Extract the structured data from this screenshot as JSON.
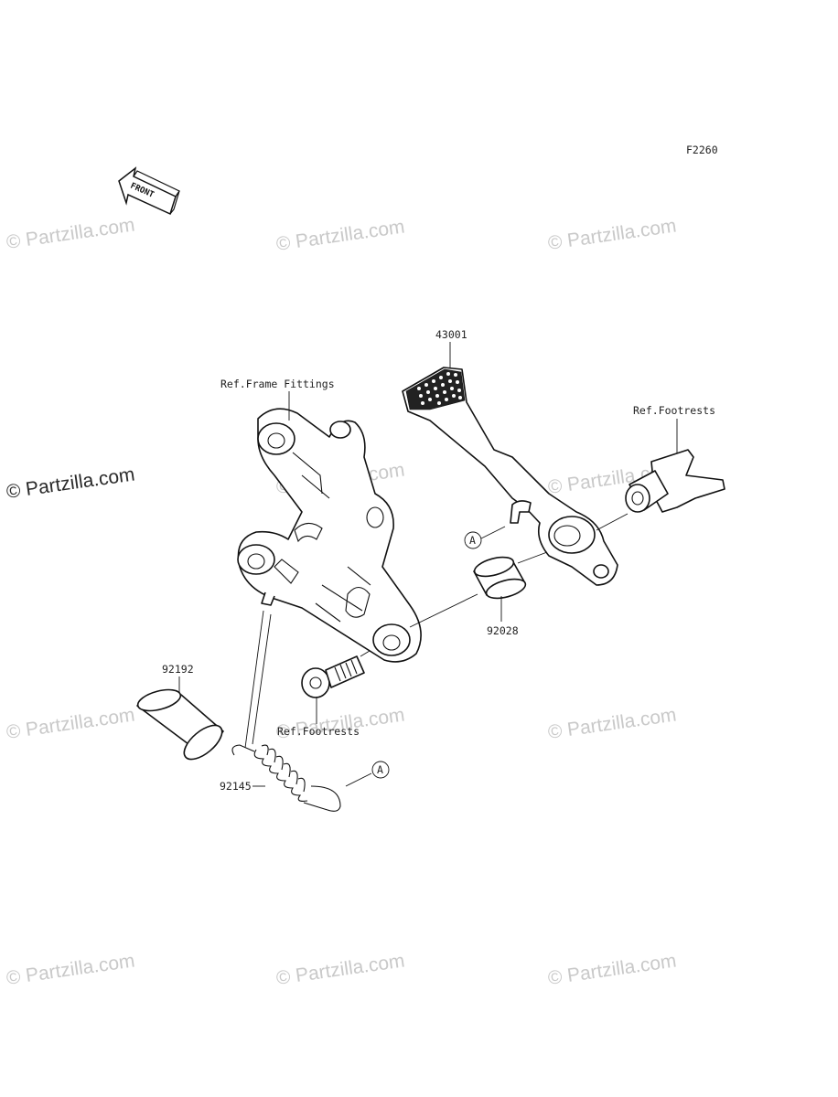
{
  "diagram_code": "F2260",
  "front_arrow": {
    "text": "FRONT",
    "icon": "front-arrow-icon"
  },
  "watermark_text": "© Partzilla.com",
  "callouts": {
    "brake_pedal": "43001",
    "ref_frame_fittings": "Ref.Frame Fittings",
    "ref_footrests_upper": "Ref.Footrests",
    "collar_92028": "92028",
    "collar_92192": "92192",
    "ref_footrests_lower": "Ref.Footrests",
    "spring_92145": "92145",
    "marker_a_upper": "A",
    "marker_a_lower": "A"
  }
}
